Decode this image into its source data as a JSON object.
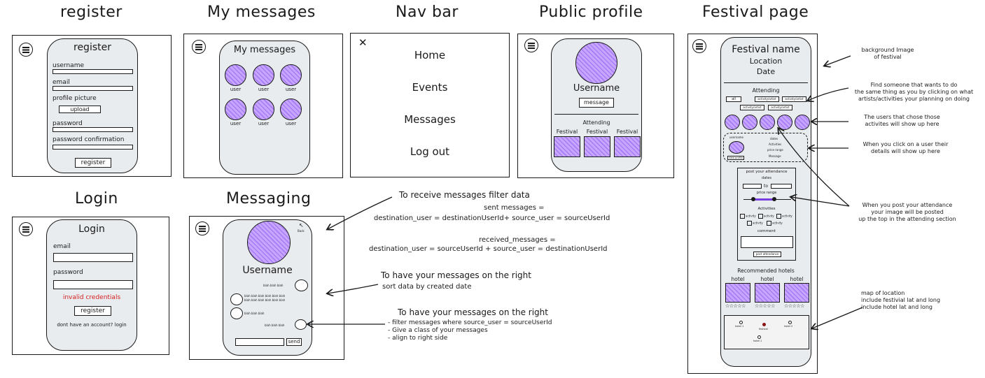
{
  "sections": {
    "register": "register",
    "my_messages": "My messages",
    "nav_bar": "Nav bar",
    "public_profile": "Public profile",
    "festival_page": "Festival page",
    "login": "Login",
    "messaging": "Messaging"
  },
  "register": {
    "title": "register",
    "username": "username",
    "email": "email",
    "profile_picture": "profile picture",
    "upload": "upload",
    "password": "password",
    "password_confirmation": "password confirmation",
    "register_button": "register"
  },
  "my_messages": {
    "title": "My messages",
    "user_label": "user"
  },
  "nav": {
    "close": "✕",
    "home": "Home",
    "events": "Events",
    "messages": "Messages",
    "logout": "Log out"
  },
  "profile": {
    "username": "Username",
    "message_button": "message",
    "attending": "Attending",
    "festival": "Festival"
  },
  "festival": {
    "name": "Festival name",
    "location": "Location",
    "date": "Date",
    "attending": "Attending",
    "all": "all",
    "activity_artist": "activity/artist",
    "detail_username": "username",
    "detail_dates": "dates",
    "detail_activities": "Activities",
    "detail_price": "price range",
    "detail_message": "Message",
    "view_profile": "view profile",
    "post_attendance_title": "post your attendance",
    "dates": "dates",
    "to": "to",
    "price_range": "price range",
    "activities": "Activities",
    "activity": "activity",
    "comment": "comment",
    "post_button": "post attendance",
    "recommended_hotels": "Recommended hotels",
    "hotel": "hotel",
    "stars": "☆☆☆☆☆",
    "map_hotel1": "hotel 1",
    "map_festival": "festival",
    "map_hotel2": "hotel 2"
  },
  "festival_notes": {
    "background": "background Image\nof festival",
    "find_someone": "Find someone that wants to do\nthe same thing as you by clicking on what\nartists/activities your planning on doing",
    "users_chose": "The users that chose those\nactivites will show up here",
    "click_user": "When you click on a user their\ndetails will show up here",
    "post_attendance": "When you post your attendance\nyour image will be posted\nup the top in the attending section",
    "map": "map of location\ninclude festivial lat and long\ninclude hotel lat and long"
  },
  "login": {
    "title": "Login",
    "email": "email",
    "password": "password",
    "error": "invalid credentials",
    "register_button": "register",
    "no_account": "dont have an account? login"
  },
  "messaging": {
    "back": "Back",
    "username": "Username",
    "msg_short": "blah blah blah",
    "msg_long": "blah blah blah blah blah blah\nblah blah blah blah blah blah",
    "send": "send"
  },
  "messaging_notes": {
    "receive_title": "To receive messages filter data",
    "sent_label": "sent messages =",
    "sent_formula": "destination_user = destinationUserId+ source_user = sourceUserId",
    "received_label": "received_messages =",
    "received_formula": "destination_user = sourceUserId + source_user = destinationUserId",
    "right_title_1": "To have your messages on the right",
    "right_sort": "sort data by created date",
    "right_title_2": "To have your messages on the right",
    "right_list": "- filter messages where source_user = sourceUserId\n- Give a class of your messages\n- align to right side"
  }
}
